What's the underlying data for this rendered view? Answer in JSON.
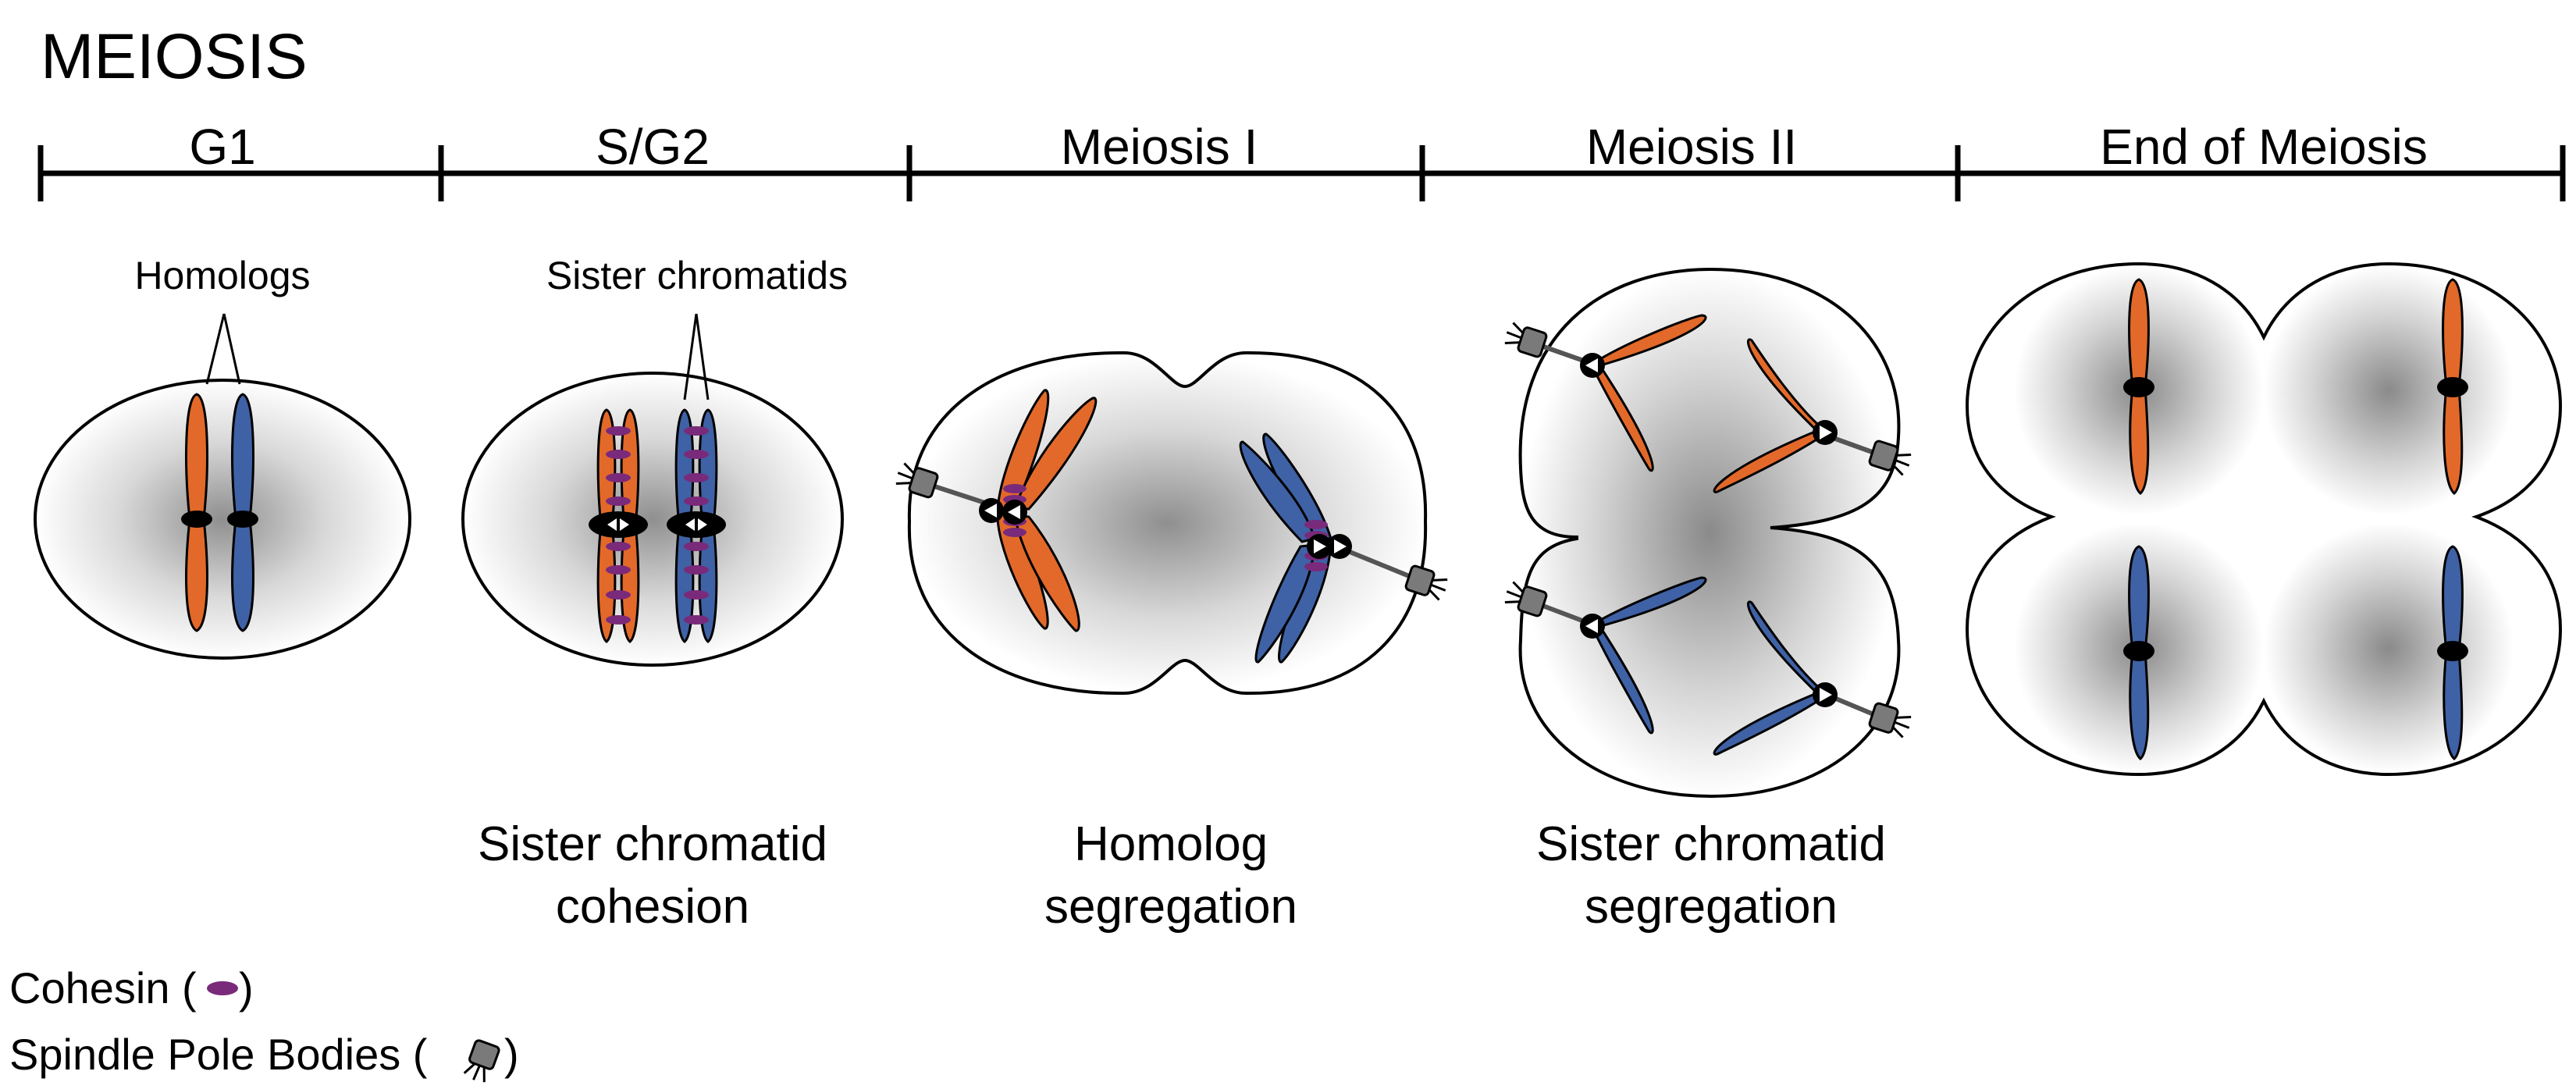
{
  "title": "MEIOSIS",
  "stages": [
    "G1",
    "S/G2",
    "Meiosis I",
    "Meiosis II",
    "End of Meiosis"
  ],
  "callouts": {
    "homologs": "Homologs",
    "sister_chromatids": "Sister chromatids"
  },
  "captions": {
    "sg2": [
      "Sister chromatid",
      "cohesion"
    ],
    "meiosis1": [
      "Homolog",
      "segregation"
    ],
    "meiosis2": [
      "Sister chromatid",
      "segregation"
    ]
  },
  "legend": {
    "cohesin": "Cohesin (",
    "cohesin_close": ")",
    "spb": "Spindle Pole Bodies (",
    "spb_close": ")"
  },
  "colors": {
    "homolog_a": "#e2692a",
    "homolog_b": "#3f61a5",
    "cohesin": "#7a2a7a",
    "spindle_pole_body": "#7a7a7a",
    "cell_gradient_center": "#8f8f8f"
  }
}
